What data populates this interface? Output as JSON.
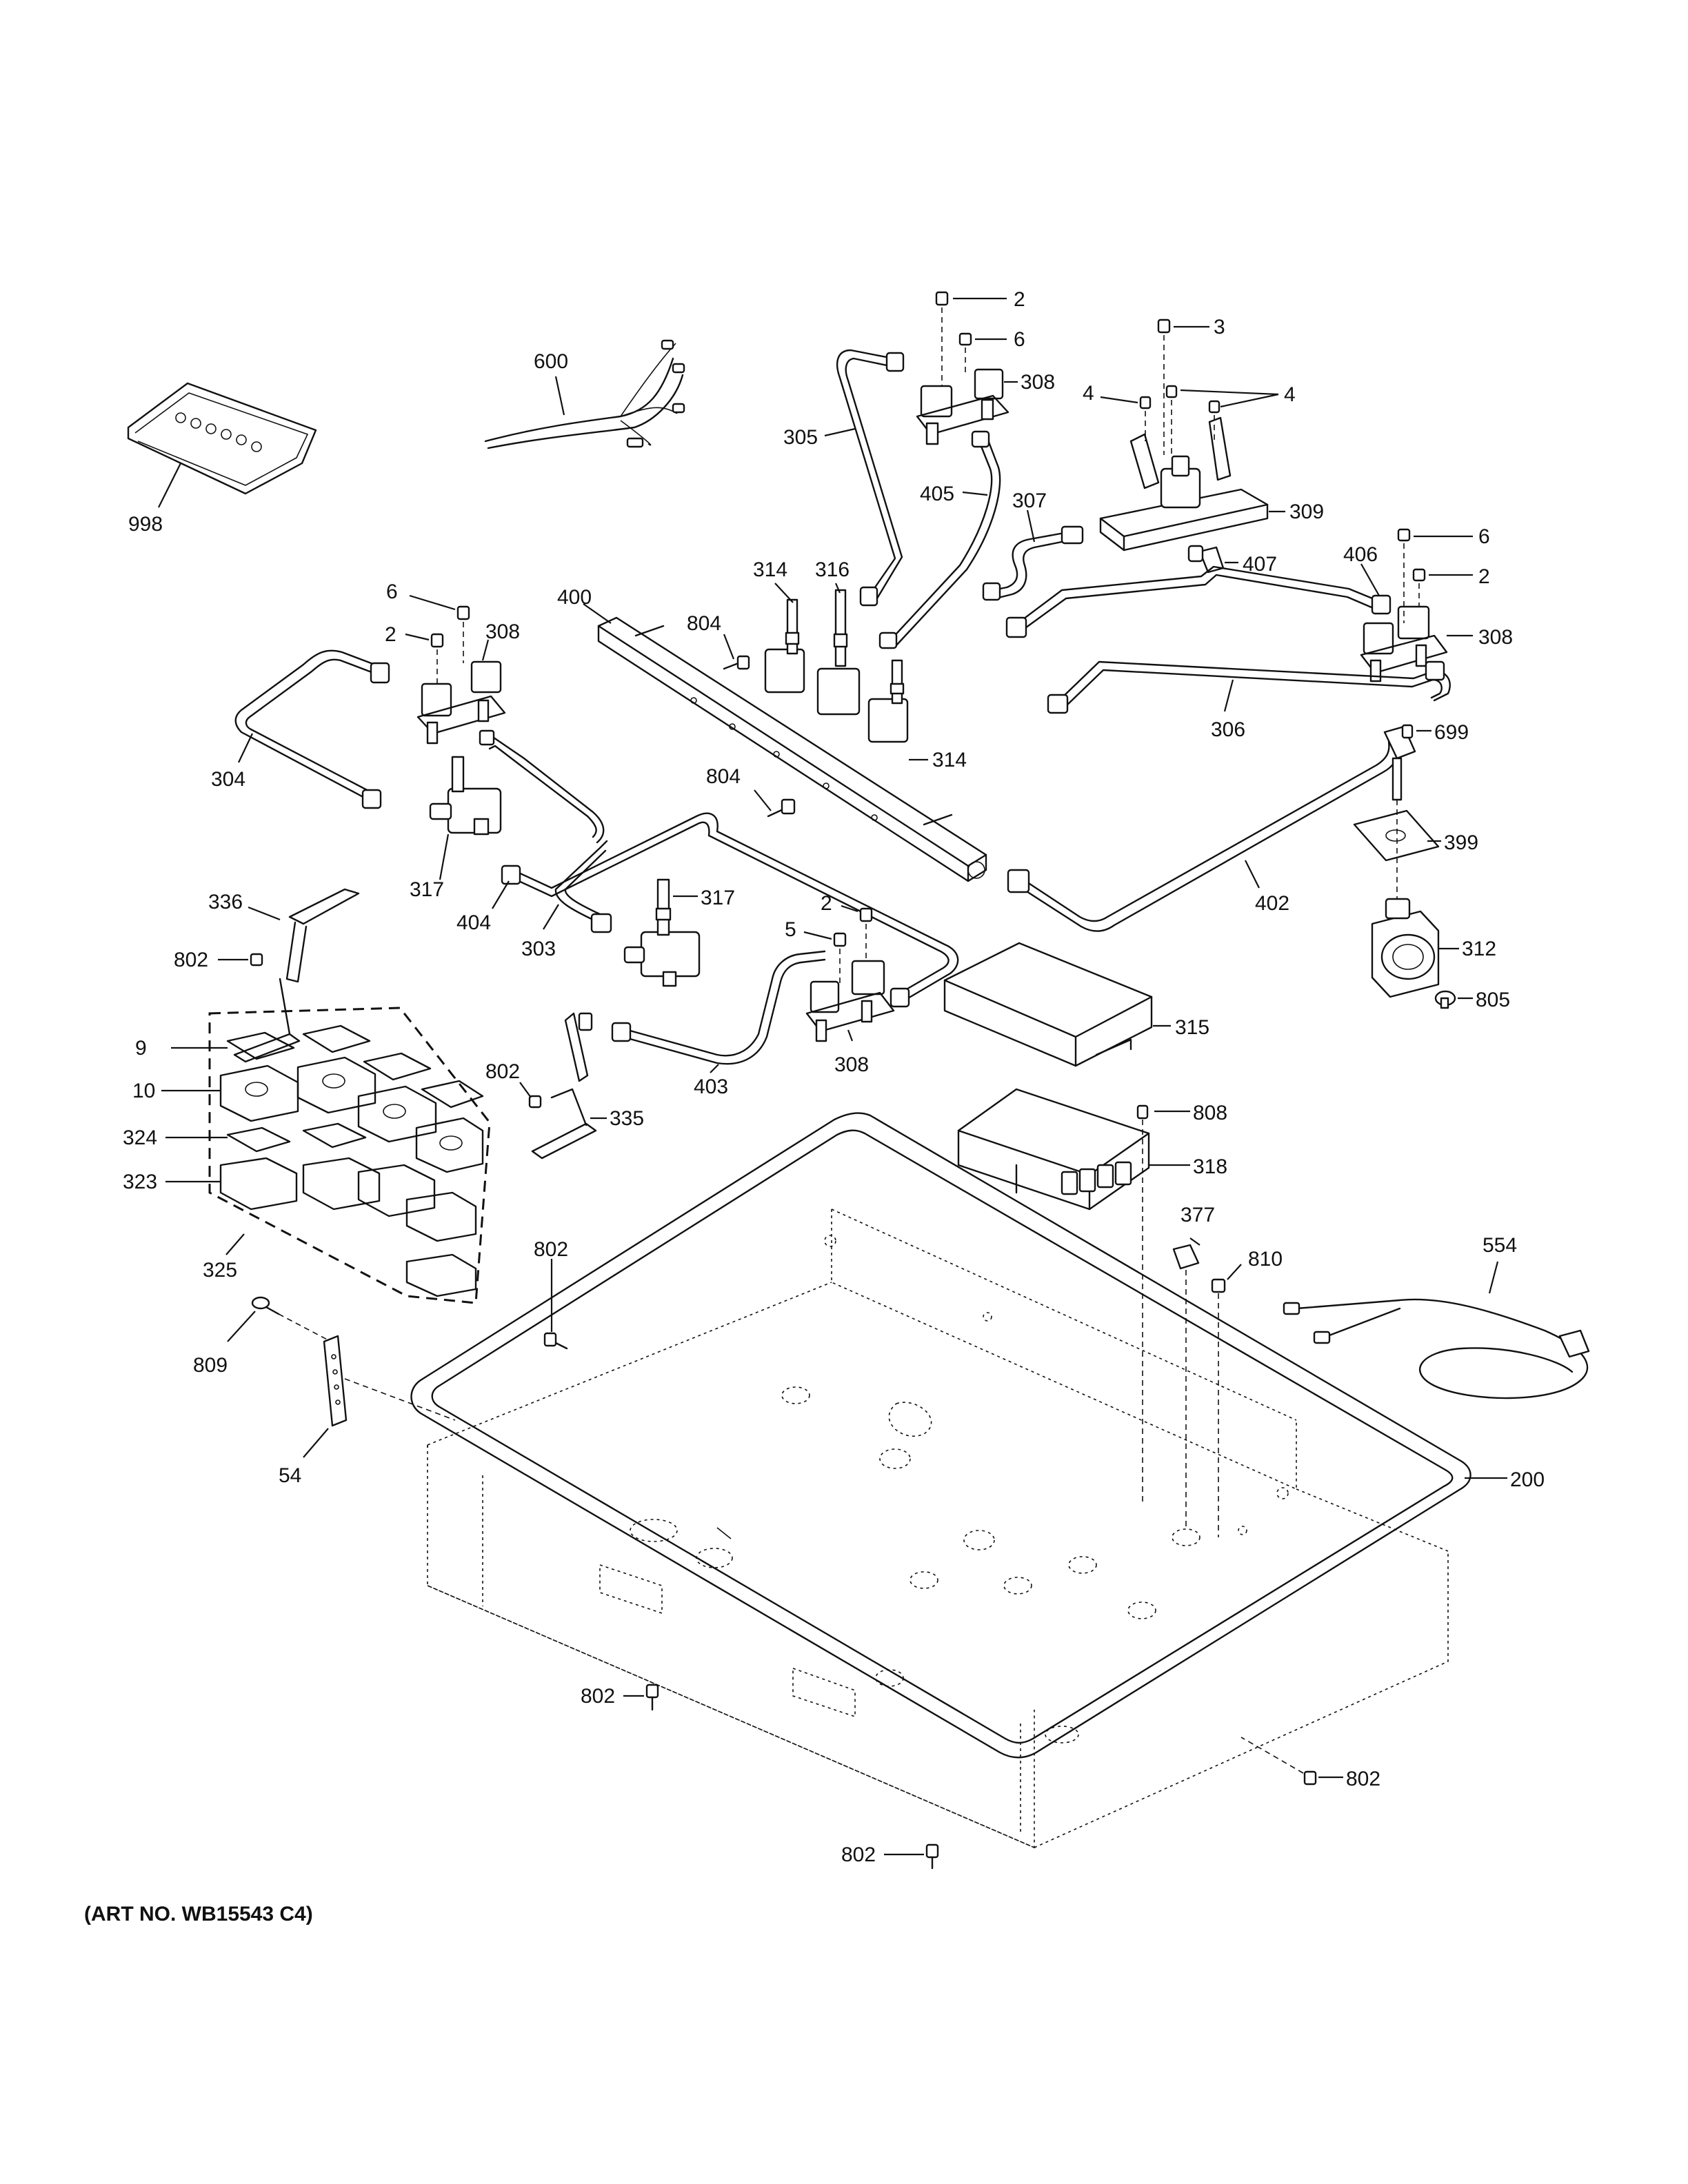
{
  "caption": "(ART NO. WB15543 C4)",
  "callouts": {
    "c998": "998",
    "c600": "600",
    "c305": "305",
    "c405": "405",
    "c2a": "2",
    "c6a": "6",
    "c308a": "308",
    "c3": "3",
    "c4a": "4",
    "c4b": "4",
    "c309": "309",
    "c307": "307",
    "c407": "407",
    "c406": "406",
    "c6b": "6",
    "c2b": "2",
    "c308b": "308",
    "c306": "306",
    "c699": "699",
    "c400": "400",
    "c314a": "314",
    "c316": "316",
    "c804a": "804",
    "c314b": "314",
    "c804b": "804",
    "c6c": "6",
    "c2c": "2",
    "c308c": "308",
    "c304": "304",
    "c317a": "317",
    "c404": "404",
    "c303": "303",
    "c317b": "317",
    "c2d": "2",
    "c5": "5",
    "c308d": "308",
    "c403": "403",
    "c402": "402",
    "c399": "399",
    "c312": "312",
    "c805": "805",
    "c336": "336",
    "c802a": "802",
    "c9": "9",
    "c10": "10",
    "c324": "324",
    "c323": "323",
    "c325": "325",
    "c802b": "802",
    "c335": "335",
    "c315": "315",
    "c808": "808",
    "c318": "318",
    "c377": "377",
    "c810": "810",
    "c554": "554",
    "c802c": "802",
    "c809": "809",
    "c54": "54",
    "c200": "200",
    "c802d": "802",
    "c802e": "802",
    "c802f": "802"
  }
}
